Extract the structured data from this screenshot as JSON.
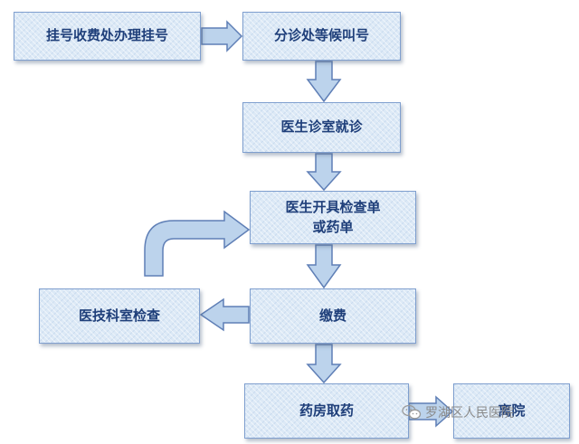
{
  "steps": {
    "registration": "挂号收费处办理挂号",
    "triage": "分诊处等候叫号",
    "consultation": "医生诊室就诊",
    "orders_line1": "医生开具检查单",
    "orders_line2": "或药单",
    "payment": "缴费",
    "examination": "医技科室检查",
    "pharmacy": "药房取药",
    "exit": "离院"
  },
  "watermark": {
    "text": "罗湖区人民医院",
    "icon": "wechat-icon"
  },
  "colors": {
    "box_fill": "#dce9f6",
    "box_border": "#7f9fcf",
    "text": "#1f3f7a",
    "arrow_fill": "#bcd3ec",
    "arrow_stroke": "#5f7fb6"
  }
}
